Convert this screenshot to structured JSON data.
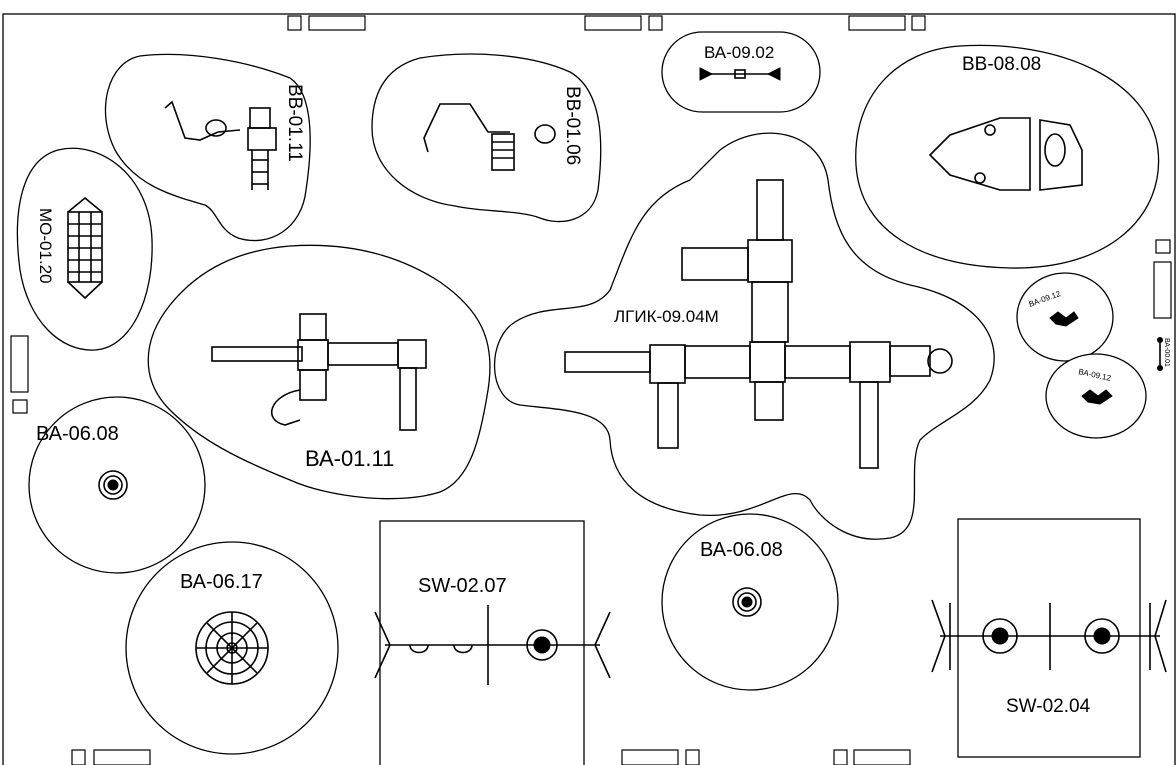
{
  "plan": {
    "zones": [
      {
        "id": "bb-01-11",
        "label": "ВВ-01.11"
      },
      {
        "id": "bb-01-06",
        "label": "ВВ-01.06"
      },
      {
        "id": "ba-09-02",
        "label": "ВА-09.02"
      },
      {
        "id": "bb-08-08",
        "label": "ВВ-08.08"
      },
      {
        "id": "mo-01-20",
        "label": "МО-01.20"
      },
      {
        "id": "ba-01-11",
        "label": "ВА-01.11"
      },
      {
        "id": "lgik-09-04m",
        "label": "ЛГИК-09.04М"
      },
      {
        "id": "ba-09-12-a",
        "label": "ВА-09.12"
      },
      {
        "id": "ba-09-12-b",
        "label": "ВА-09.12"
      },
      {
        "id": "ba-00-01",
        "label": "ВА-00.01"
      },
      {
        "id": "ba-06-08-a",
        "label": "ВА-06.08"
      },
      {
        "id": "ba-06-17",
        "label": "ВА-06.17"
      },
      {
        "id": "sw-02-07",
        "label": "SW-02.07"
      },
      {
        "id": "ba-06-08-b",
        "label": "ВА-06.08"
      },
      {
        "id": "sw-02-04",
        "label": "SW-02.04"
      }
    ]
  }
}
